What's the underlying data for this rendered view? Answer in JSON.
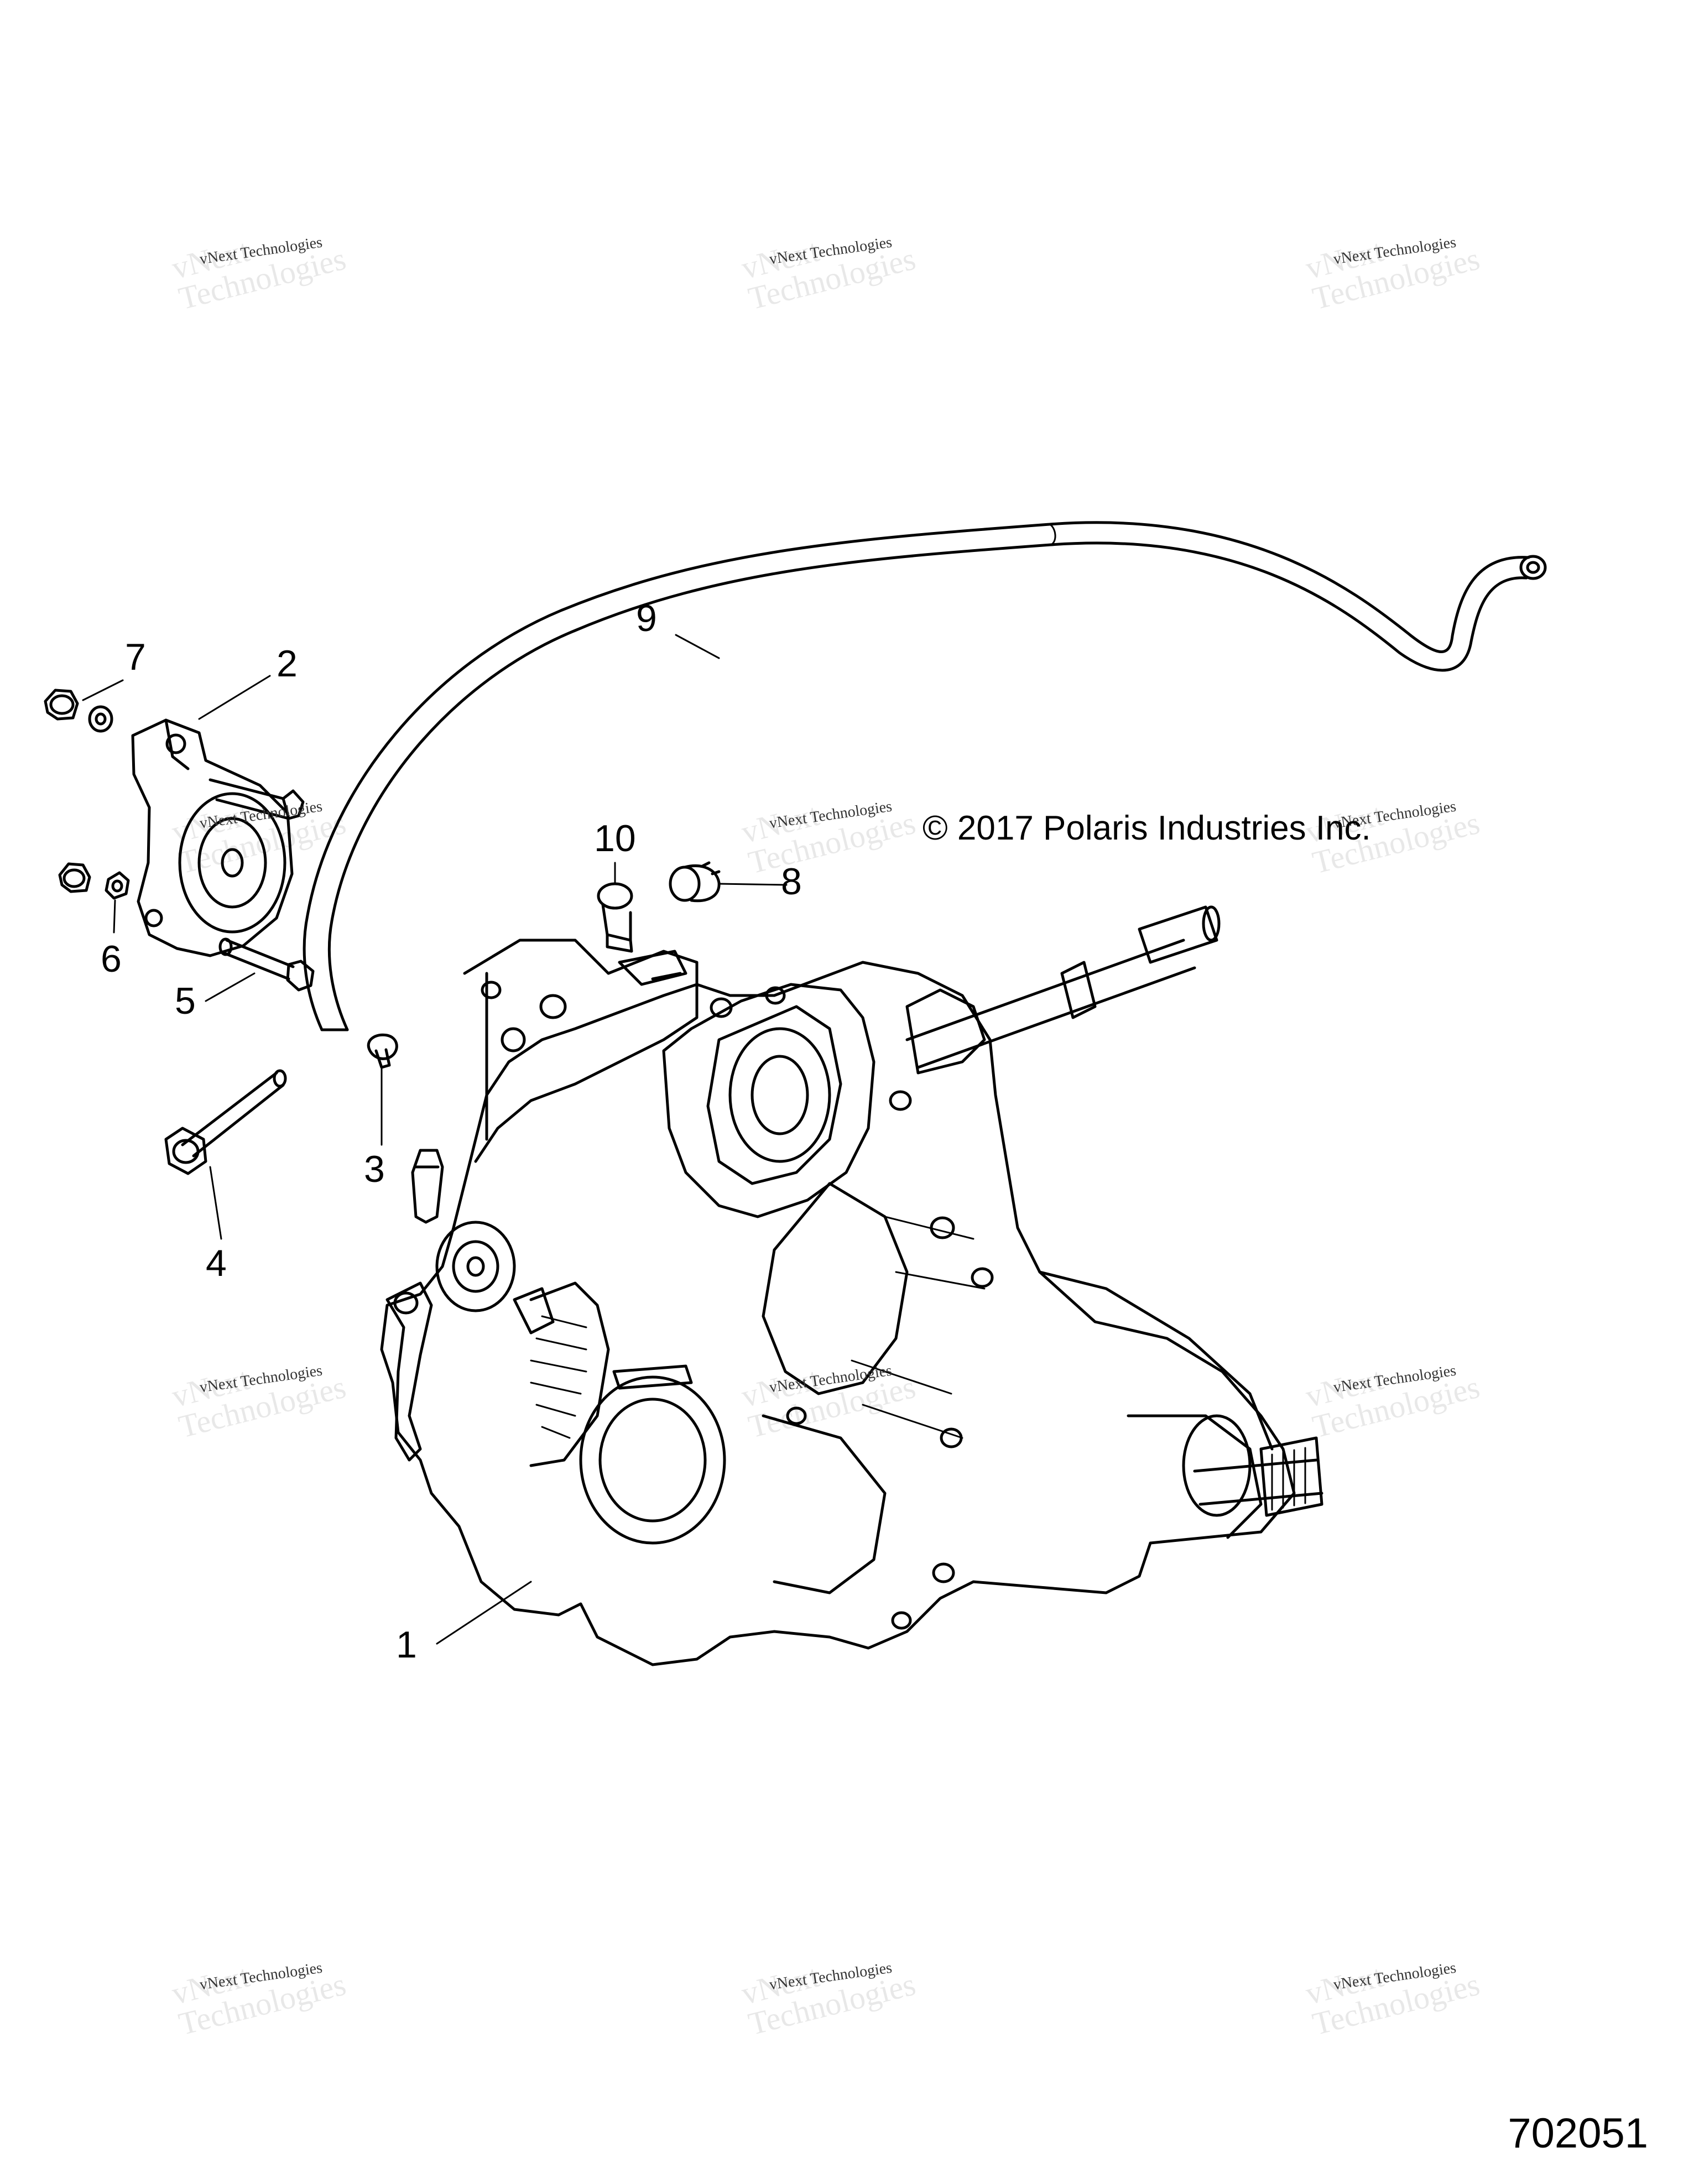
{
  "callouts": {
    "c1": "1",
    "c2": "2",
    "c3": "3",
    "c4": "4",
    "c5": "5",
    "c6": "6",
    "c7": "7",
    "c8": "8",
    "c9": "9",
    "c10": "10"
  },
  "copyright": "© 2017 Polaris Industries Inc.",
  "figure_number": "702051",
  "watermark": {
    "small": "vNext Technologies",
    "big_line1": "vNext",
    "big_line2": "Technologies"
  },
  "colors": {
    "line": "#000000",
    "watermark_text": "#333333"
  }
}
